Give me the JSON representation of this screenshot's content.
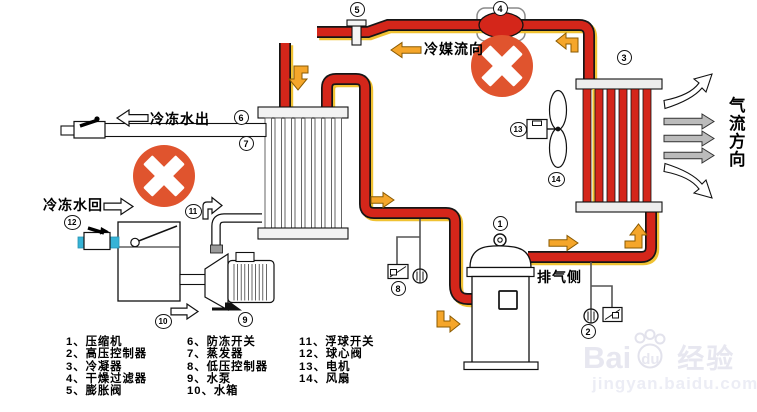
{
  "diagram_title": "chiller-refrigeration-system-diagram",
  "labels": {
    "chilled_water_out": "冷冻水出",
    "chilled_water_return": "冷冻水回",
    "refrigerant_flow": "冷媒流向",
    "discharge_side": "排气侧",
    "airflow_direction": "气流方向"
  },
  "markers": [
    "1",
    "2",
    "3",
    "4",
    "5",
    "6",
    "7",
    "8",
    "9",
    "10",
    "11",
    "12",
    "13",
    "14"
  ],
  "legend": {
    "col1": [
      "1、压缩机",
      "2、高压控制器",
      "3、冷凝器",
      "4、干燥过滤器",
      "5、膨胀阀"
    ],
    "col2": [
      "6、防冻开关",
      "7、蒸发器",
      "8、低压控制器",
      "9、水泵",
      "10、水箱"
    ],
    "col3": [
      "11、浮球开关",
      "12、球心阀",
      "13、电机",
      "14、风扇"
    ]
  },
  "watermark": {
    "text_bai": "Bai",
    "text_du": "du",
    "text_suffix": "经验",
    "url": "jingyan.baidu.com"
  },
  "colors": {
    "pipe_red": "#d4261a",
    "pipe_highlight_yellow": "#f0c233",
    "arrow_orange": "#f5a62b",
    "prohibition_red": "#e0542e",
    "water_cyan": "#36b3d6",
    "airflow_gray": "#bbbbbb"
  }
}
